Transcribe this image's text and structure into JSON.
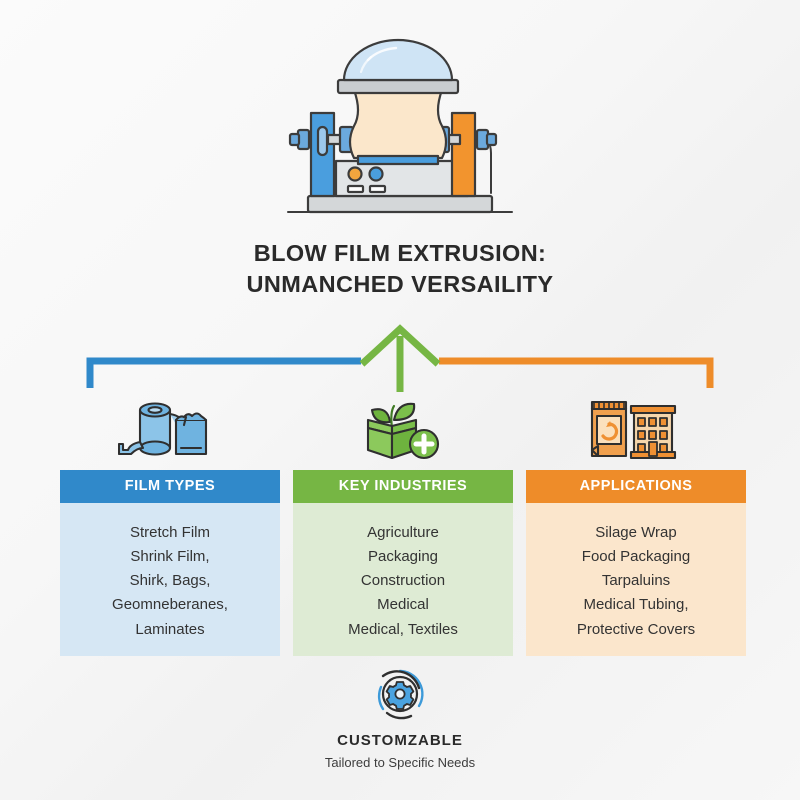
{
  "page": {
    "background_color": "#f5f5f5"
  },
  "hero": {
    "icon": "blown-film-extrusion-machine-icon",
    "colors": {
      "bubble": "#cfe4f5",
      "column": "#fbe7cb",
      "frame": "#d4d7d9",
      "left_tower": "#3089ca",
      "right_tower": "#ee8c29",
      "outline": "#3c3c3c"
    }
  },
  "title": {
    "line1": "BLOW FILM EXTRUSION:",
    "line2": "UNMANCHED VERSAILITY"
  },
  "connectors": {
    "center_arrow_color": "#76b644",
    "left_branch_color": "#3089ca",
    "right_branch_color": "#ee8c29"
  },
  "columns": [
    {
      "id": "film-types",
      "header": "FILM TYPES",
      "header_color": "#3089ca",
      "body_color": "#d6e7f4",
      "icon": "film-roll-and-pouch-icon",
      "items": [
        "Stretch Film",
        "Shrink Film,",
        "Shirk, Bags,",
        "Geomneberanes,",
        "Laminates"
      ]
    },
    {
      "id": "key-industries",
      "header": "KEY INDUSTRIES",
      "header_color": "#76b644",
      "body_color": "#deebd4",
      "icon": "sprouting-box-with-plus-icon",
      "items": [
        "Agriculture",
        "Packaging",
        "Construction",
        "Medical",
        "Medical, Textiles"
      ]
    },
    {
      "id": "applications",
      "header": "APPLICATIONS",
      "header_color": "#ee8c29",
      "body_color": "#fbe6cc",
      "icon": "food-pouch-and-building-icon",
      "items": [
        "Silage Wrap",
        "Food Packaging",
        "Tarpaluins",
        "Medical Tubing,",
        "Protective Covers"
      ]
    }
  ],
  "footer": {
    "icon": "gear-in-circle-icon",
    "icon_color": "#3d9ad9",
    "title": "CUSTOMZABLE",
    "subtitle": "Tailored to Specific Needs"
  }
}
